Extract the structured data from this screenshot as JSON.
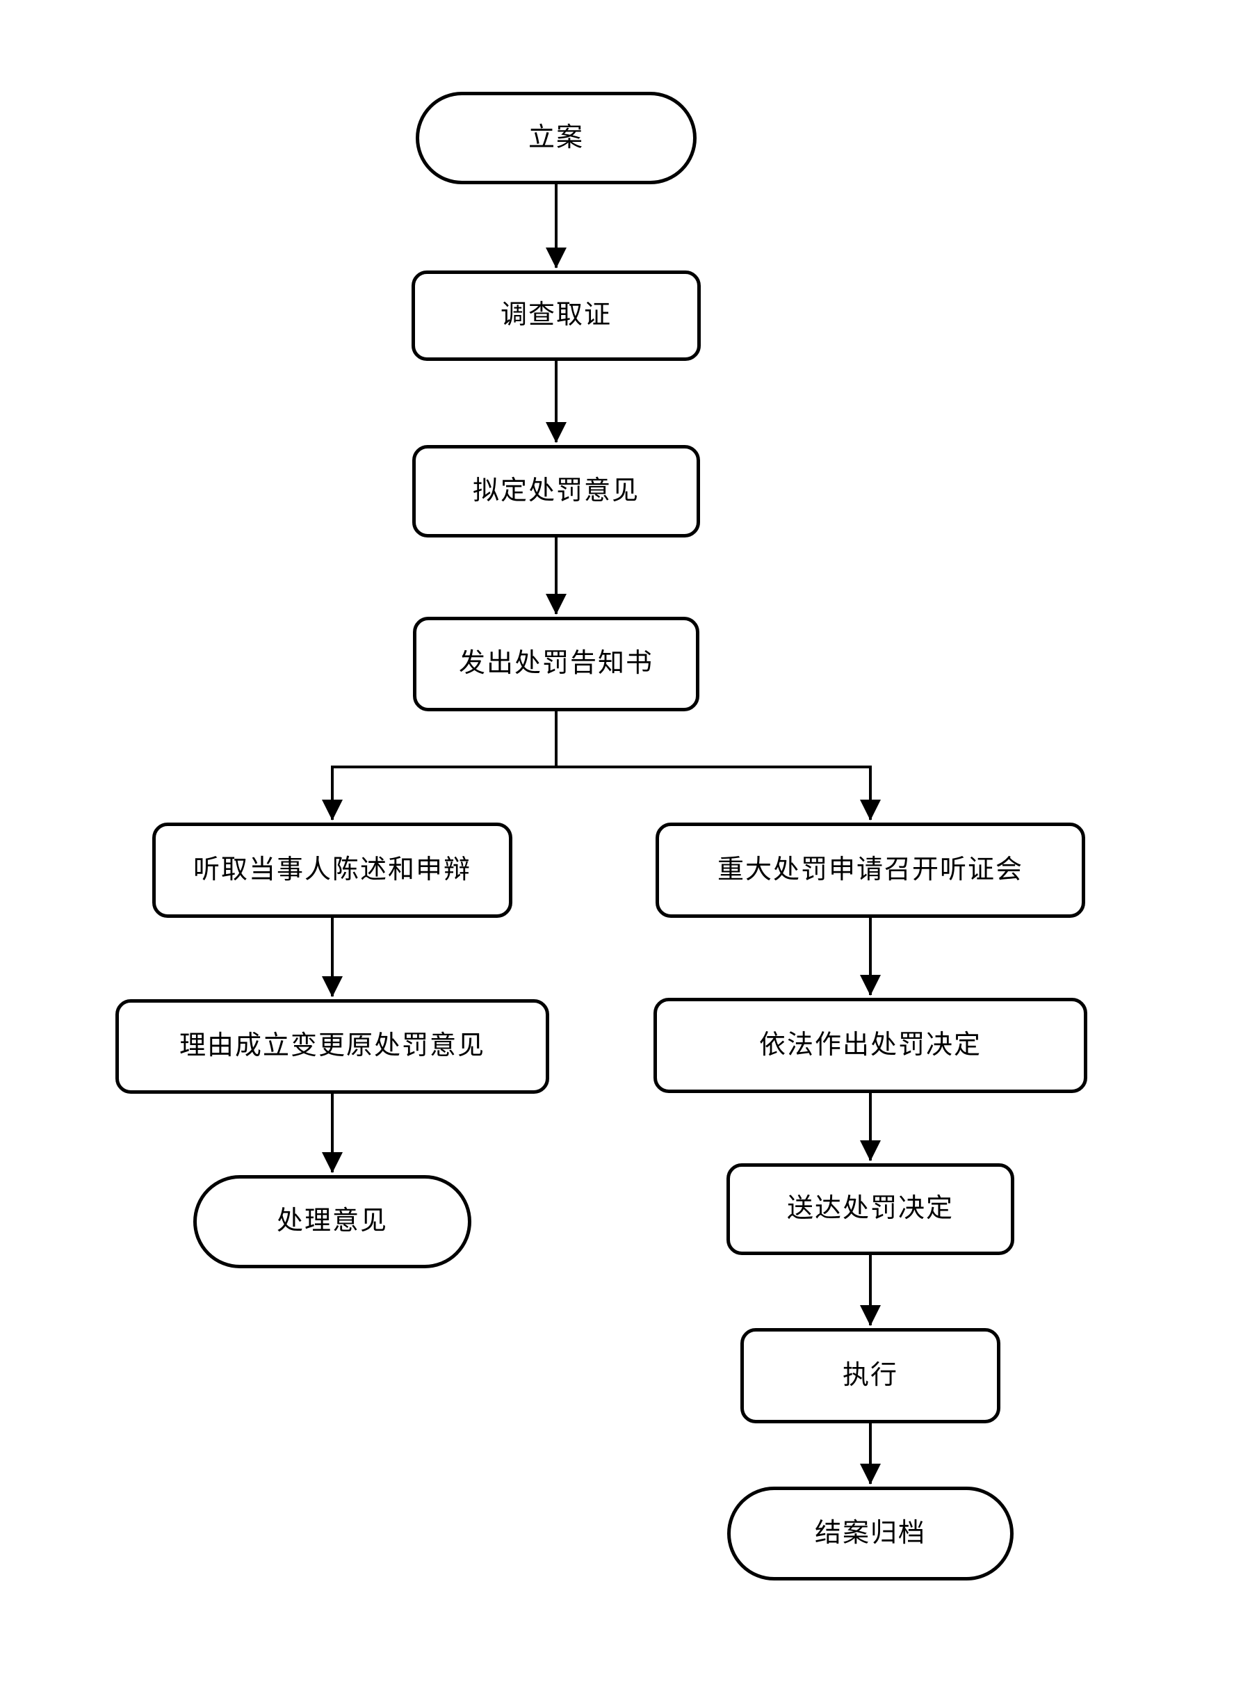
{
  "diagram": {
    "type": "flowchart",
    "colors": {
      "background": "#ffffff",
      "node_fill": "#ffffff",
      "node_stroke": "#000000",
      "text": "#000000"
    },
    "nodes": [
      {
        "id": "start",
        "shape": "stadium",
        "label": "立案"
      },
      {
        "id": "investigate",
        "shape": "process",
        "label": "调查取证"
      },
      {
        "id": "draft-opinion",
        "shape": "process",
        "label": "拟定处罚意见"
      },
      {
        "id": "issue-notice",
        "shape": "process",
        "label": "发出处罚告知书"
      },
      {
        "id": "hear-statement",
        "shape": "process",
        "label": "听取当事人陈述和申辩"
      },
      {
        "id": "hearing",
        "shape": "process",
        "label": "重大处罚申请召开听证会"
      },
      {
        "id": "change-opinion",
        "shape": "process",
        "label": "理由成立变更原处罚意见"
      },
      {
        "id": "decision",
        "shape": "process",
        "label": "依法作出处罚决定"
      },
      {
        "id": "handling-opinion",
        "shape": "stadium",
        "label": "处理意见"
      },
      {
        "id": "deliver",
        "shape": "process",
        "label": "送达处罚决定"
      },
      {
        "id": "execute",
        "shape": "process",
        "label": "执行"
      },
      {
        "id": "archive",
        "shape": "stadium",
        "label": "结案归档"
      }
    ],
    "edges": [
      {
        "from": "start",
        "to": "investigate",
        "arrow": true
      },
      {
        "from": "investigate",
        "to": "draft-opinion",
        "arrow": true
      },
      {
        "from": "draft-opinion",
        "to": "issue-notice",
        "arrow": true
      },
      {
        "from": "issue-notice",
        "to": "hear-statement",
        "arrow": true
      },
      {
        "from": "issue-notice",
        "to": "hearing",
        "arrow": true
      },
      {
        "from": "hear-statement",
        "to": "change-opinion",
        "arrow": true
      },
      {
        "from": "change-opinion",
        "to": "handling-opinion",
        "arrow": true
      },
      {
        "from": "hearing",
        "to": "decision",
        "arrow": true
      },
      {
        "from": "decision",
        "to": "deliver",
        "arrow": true
      },
      {
        "from": "deliver",
        "to": "execute",
        "arrow": true
      },
      {
        "from": "execute",
        "to": "archive",
        "arrow": true
      }
    ]
  }
}
